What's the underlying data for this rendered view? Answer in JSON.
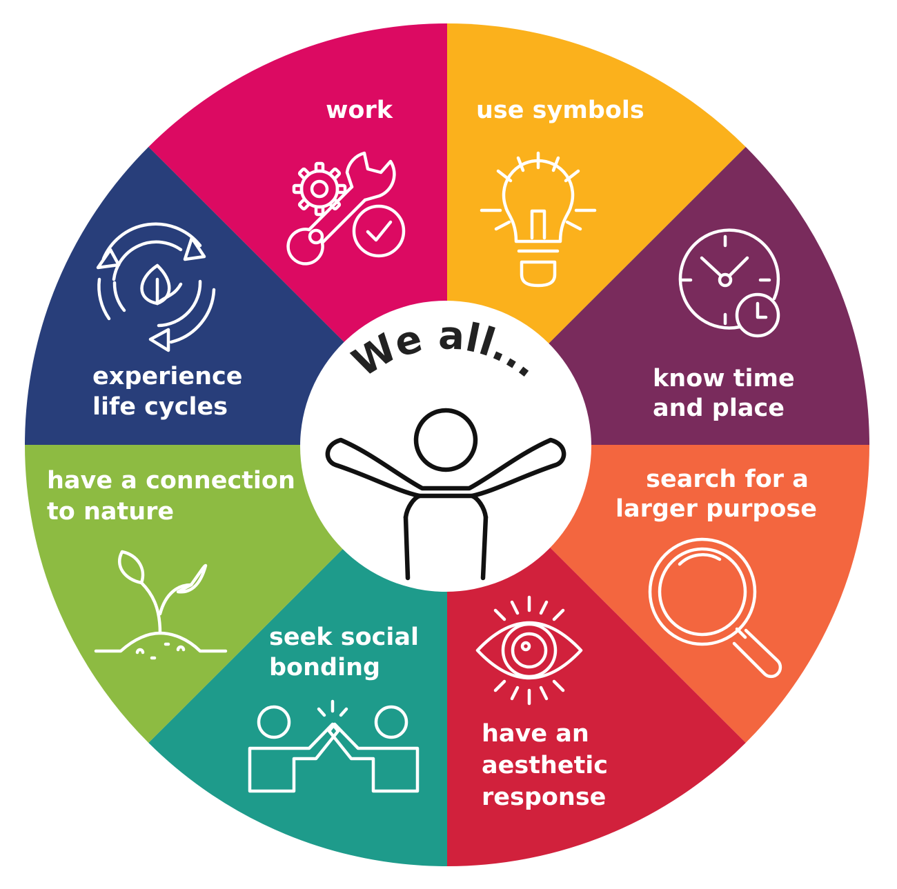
{
  "center": {
    "title": "We all..."
  },
  "colors": {
    "work": "#DC0A62",
    "symbols": "#FBB11C",
    "time": "#792B5C",
    "purpose": "#F3663F",
    "aesthetic": "#D1213C",
    "social": "#1E9B8B",
    "nature": "#8DBB42",
    "cycles": "#283E7A"
  },
  "segments": [
    {
      "id": "work",
      "lines": [
        "work"
      ],
      "icon": "wrench-gear-check-icon"
    },
    {
      "id": "symbols",
      "lines": [
        "use symbols"
      ],
      "icon": "lightbulb-icon"
    },
    {
      "id": "time",
      "lines": [
        "know time",
        "and place"
      ],
      "icon": "clock-icon"
    },
    {
      "id": "purpose",
      "lines": [
        "search for a",
        "larger purpose"
      ],
      "icon": "magnifying-glass-icon"
    },
    {
      "id": "aesthetic",
      "lines": [
        "have an",
        "aesthetic",
        "response"
      ],
      "icon": "eye-icon"
    },
    {
      "id": "social",
      "lines": [
        "seek social",
        "bonding"
      ],
      "icon": "high-five-icon"
    },
    {
      "id": "nature",
      "lines": [
        "have a connection",
        "to nature"
      ],
      "icon": "sprout-icon"
    },
    {
      "id": "cycles",
      "lines": [
        "experience",
        "life cycles"
      ],
      "icon": "leaf-cycle-icon"
    }
  ]
}
